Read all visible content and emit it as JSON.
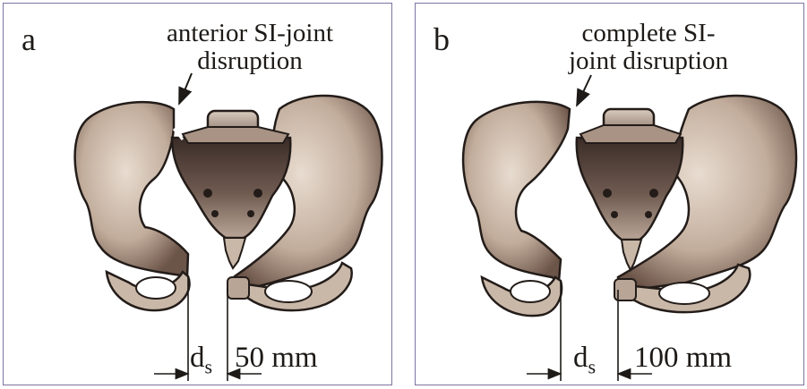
{
  "panels": [
    {
      "letter": "a",
      "caption_line1": "anterior SI-joint",
      "caption_line2": "disruption",
      "distance_symbol": "d",
      "distance_subscript": "s",
      "distance_value": "50 mm"
    },
    {
      "letter": "b",
      "caption_line1": "complete SI-",
      "caption_line2": "joint disruption",
      "distance_symbol": "d",
      "distance_subscript": "s",
      "distance_value": "100 mm"
    }
  ],
  "colors": {
    "bone_fill": "#c9b8a8",
    "bone_shadow": "#6b5448",
    "bone_dark": "#2d2320",
    "outline": "#231c19",
    "frame": "#7b74a0"
  }
}
